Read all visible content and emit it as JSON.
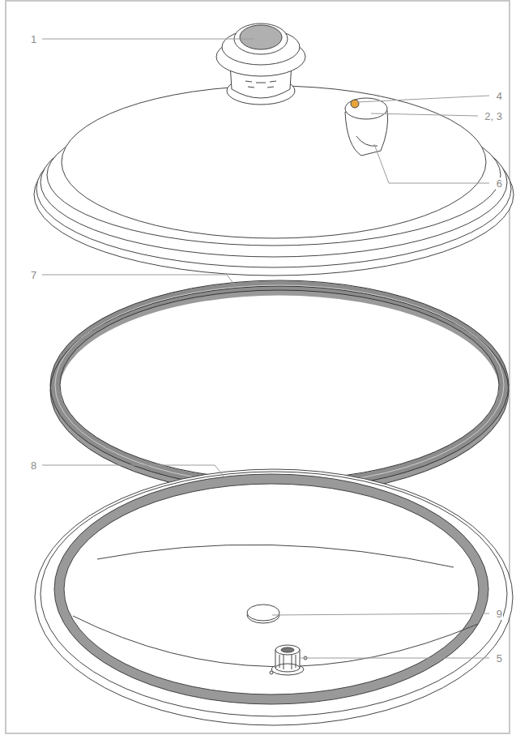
{
  "diagram": {
    "labels": [
      "1",
      "4",
      "2, 3",
      "6",
      "7",
      "8",
      "9",
      "5"
    ]
  }
}
